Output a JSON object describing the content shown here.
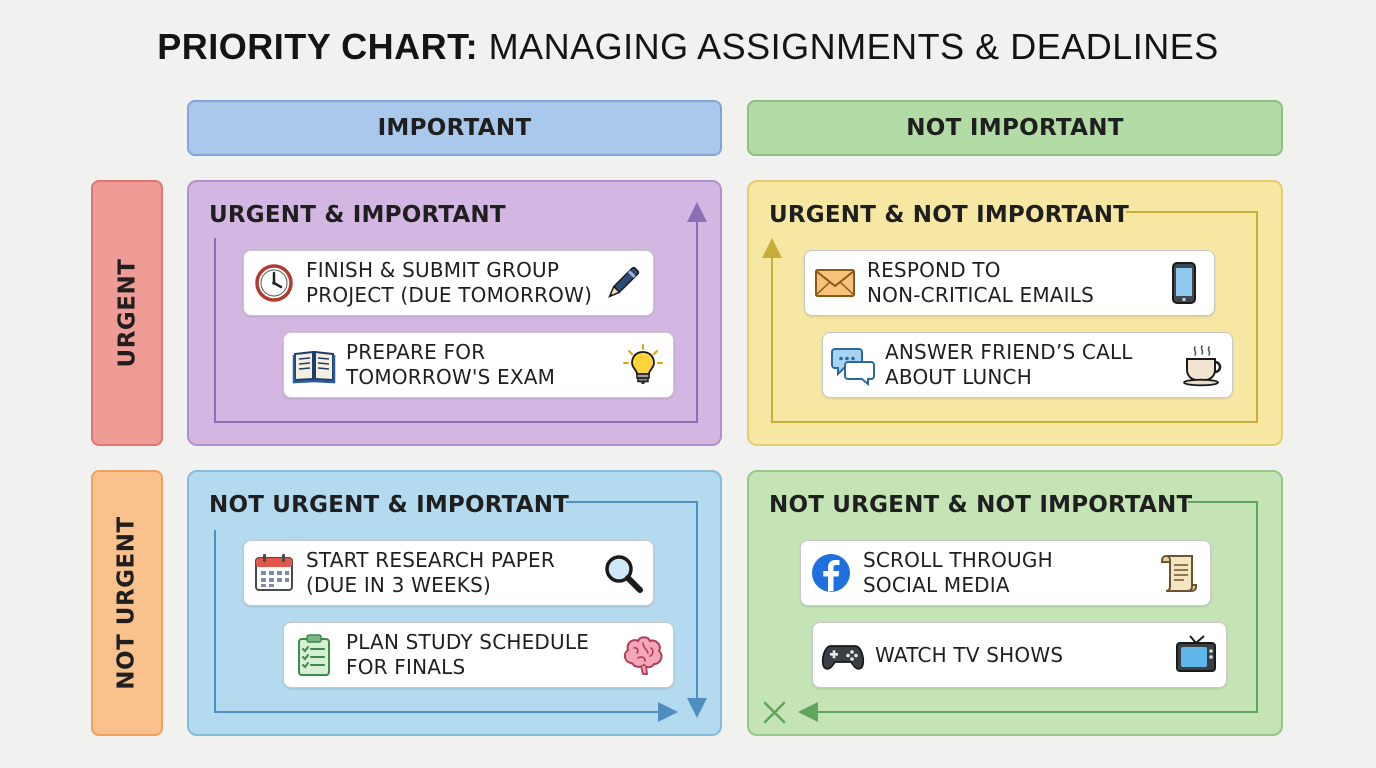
{
  "title": {
    "part1": "PRIORITY CHART:",
    "part2": "MANAGING ASSIGNMENTS & DEADLINES"
  },
  "columns": {
    "important": "IMPORTANT",
    "not_important": "NOT IMPORTANT"
  },
  "rows": {
    "urgent": "URGENT",
    "not_urgent": "NOT URGENT"
  },
  "quadrants": {
    "q1": {
      "title": "URGENT & IMPORTANT",
      "tasks": [
        {
          "line1": "FINISH & SUBMIT GROUP",
          "line2": "PROJECT (DUE TOMORROW)",
          "icon_left": "clock-icon",
          "icon_right": "pen-icon"
        },
        {
          "line1": "PREPARE FOR",
          "line2": "TOMORROW'S EXAM",
          "icon_left": "book-icon",
          "icon_right": "lightbulb-icon"
        }
      ]
    },
    "q2": {
      "title": "URGENT & NOT IMPORTANT",
      "tasks": [
        {
          "line1": "RESPOND TO",
          "line2": "NON-CRITICAL EMAILS",
          "icon_left": "envelope-icon",
          "icon_right": "phone-icon"
        },
        {
          "line1": "ANSWER FRIEND’S CALL",
          "line2": "ABOUT LUNCH",
          "icon_left": "chat-bubbles-icon",
          "icon_right": "coffee-cup-icon"
        }
      ]
    },
    "q3": {
      "title": "NOT URGENT & IMPORTANT",
      "tasks": [
        {
          "line1": "START RESEARCH PAPER",
          "line2": "(DUE IN 3 WEEKS)",
          "icon_left": "calendar-icon",
          "icon_right": "magnifier-icon"
        },
        {
          "line1": "PLAN STUDY SCHEDULE",
          "line2": "FOR FINALS",
          "icon_left": "clipboard-checklist-icon",
          "icon_right": "brain-icon"
        }
      ]
    },
    "q4": {
      "title": "NOT URGENT & NOT IMPORTANT",
      "tasks": [
        {
          "line1": "SCROLL THROUGH",
          "line2": "SOCIAL MEDIA",
          "icon_left": "facebook-icon",
          "icon_right": "scroll-icon"
        },
        {
          "line1": "WATCH TV SHOWS",
          "line2": "",
          "icon_left": "gamepad-icon",
          "icon_right": "tv-icon"
        }
      ]
    }
  },
  "colors": {
    "important_header": "#a9c8ec",
    "not_important_header": "#b2dba6",
    "urgent_header": "#f09c96",
    "not_urgent_header": "#f9c18c",
    "q1": "#d3b6e2",
    "q2": "#f6e7a3",
    "q3": "#b3daee",
    "q4": "#c4e4b6"
  }
}
